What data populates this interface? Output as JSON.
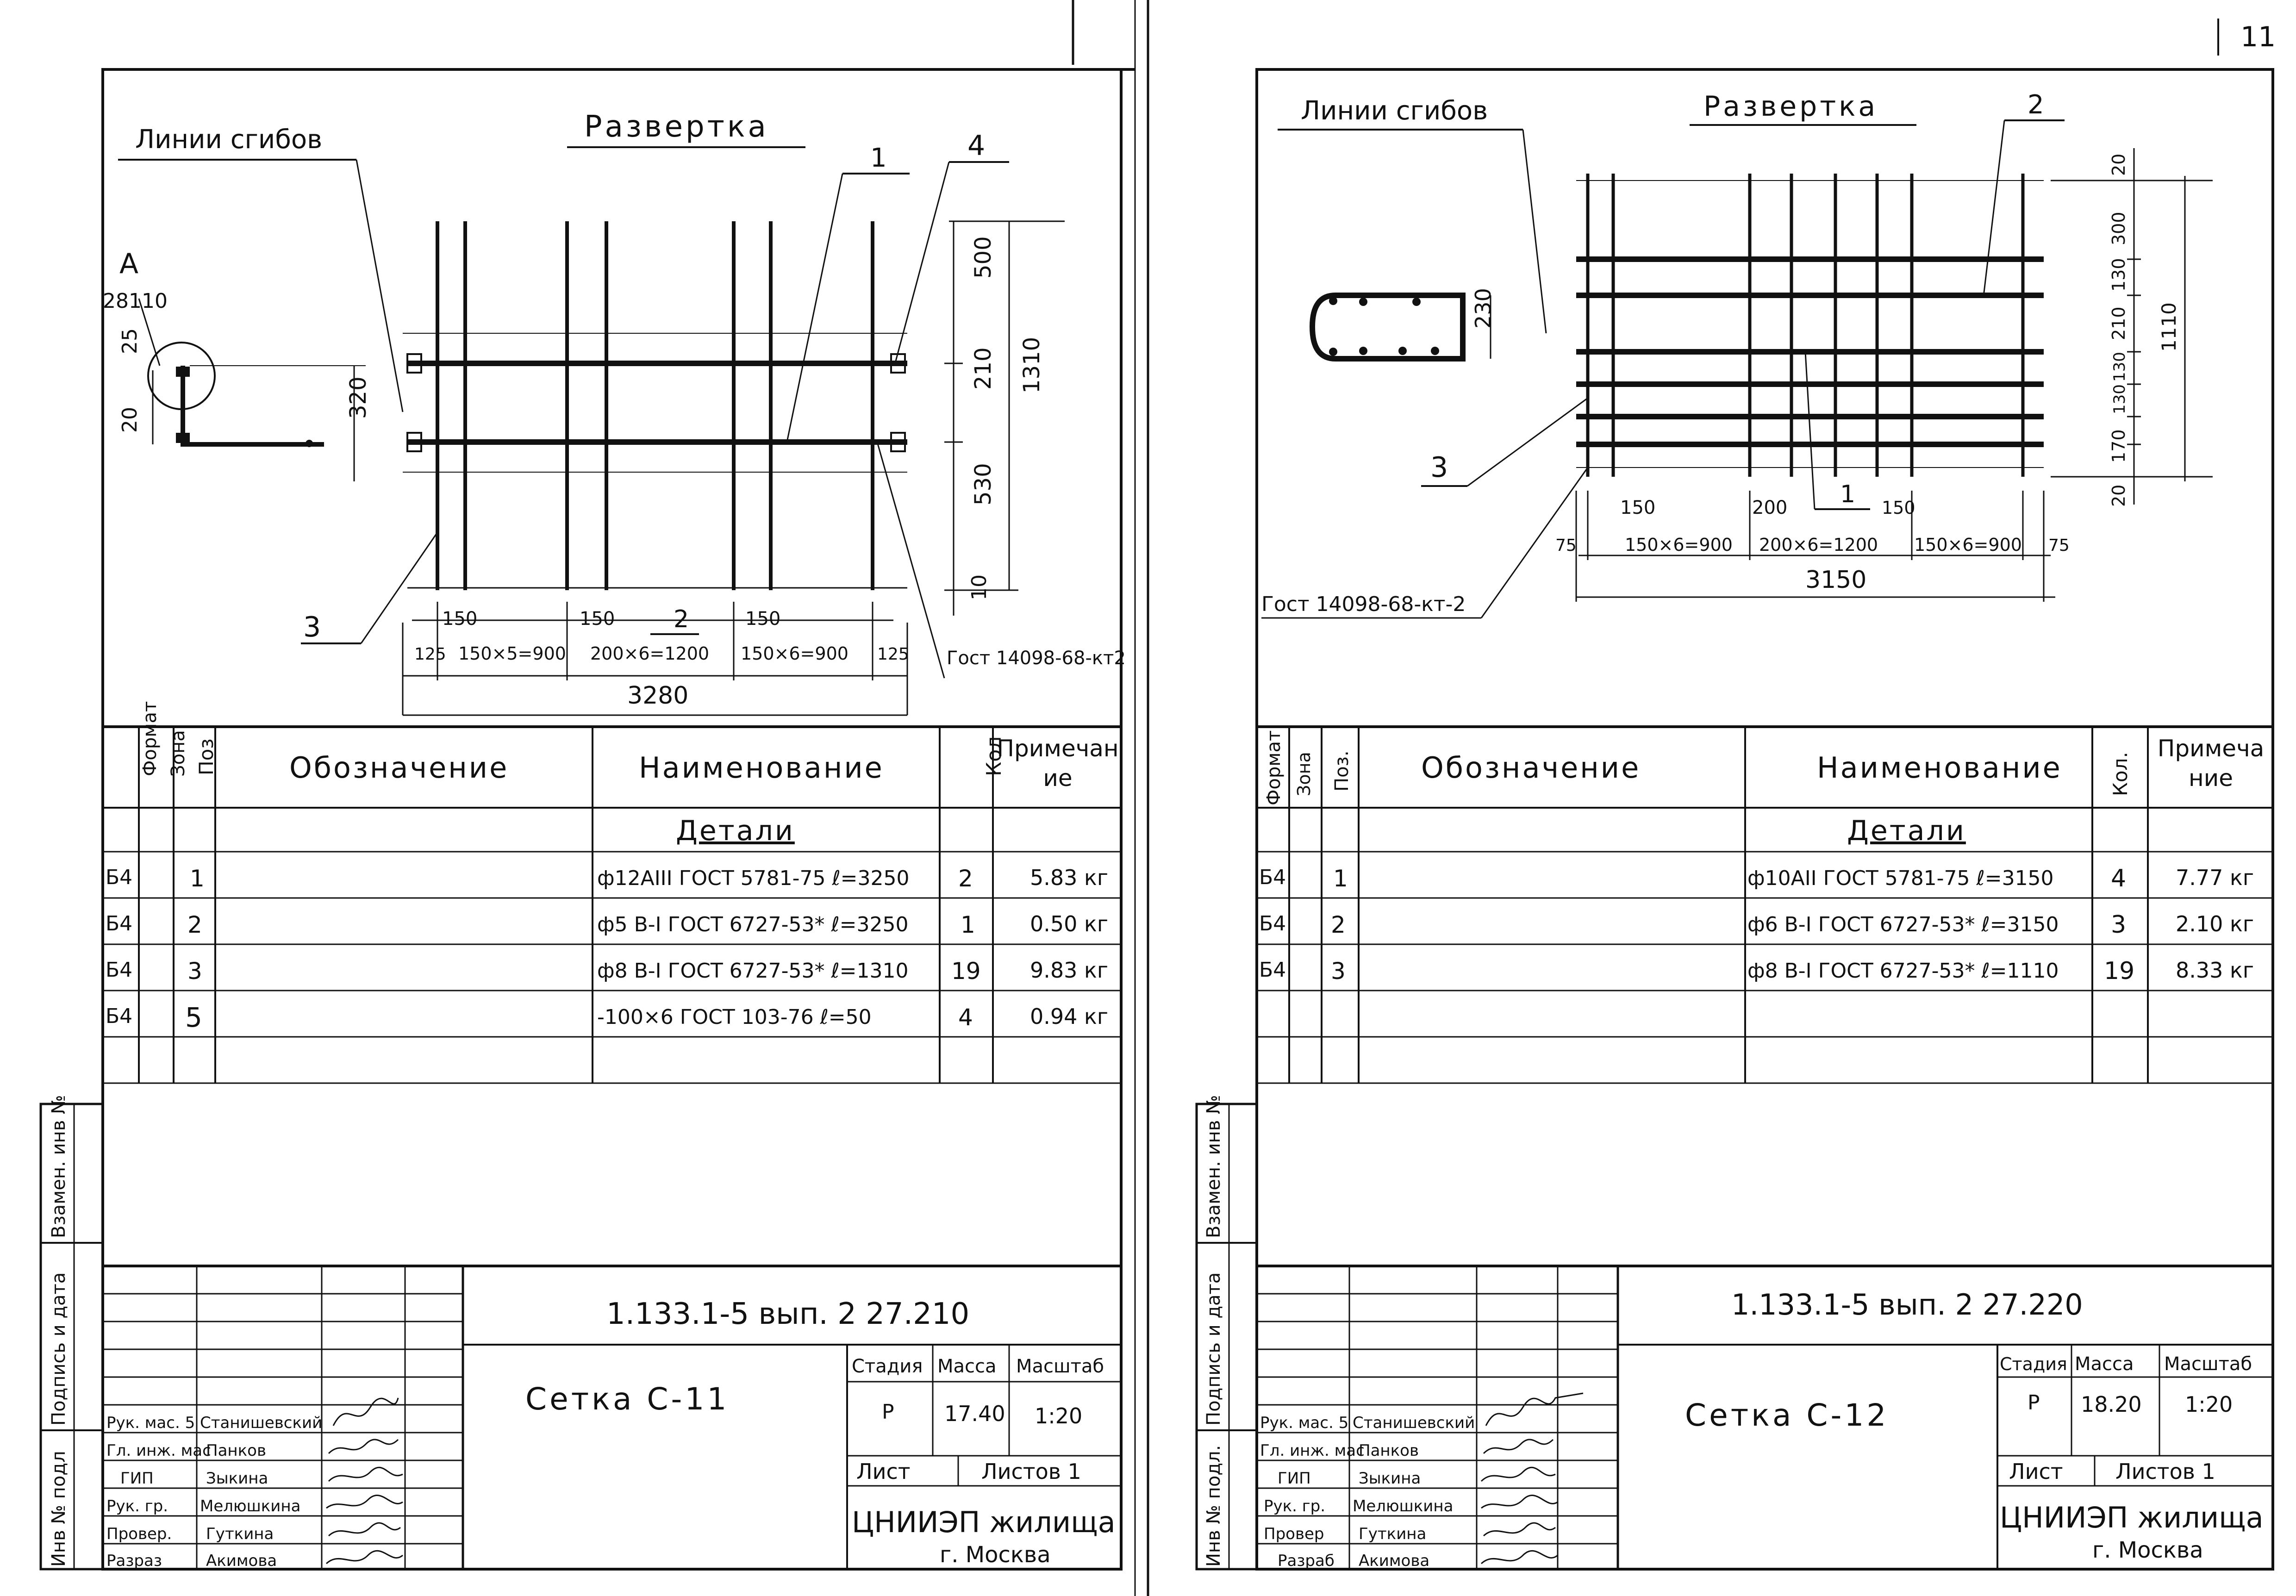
{
  "corner_page_number": "11",
  "left_sheet": {
    "drawing": {
      "title": "Развертка",
      "fold_lines_label": "Линии сгибов",
      "detail_label": "А",
      "detail_dims": {
        "top": "28110",
        "a": "25",
        "b": "20",
        "height": "320"
      },
      "leaders": {
        "p1": "1",
        "p2": "2",
        "p3": "3",
        "p4": "4"
      },
      "right_dims": {
        "d1": "500",
        "d2": "210",
        "d3": "530",
        "d4": "10",
        "total": "1310"
      },
      "bottom_dims": {
        "s1": "150",
        "s2": "150",
        "s3": "150",
        "a1": "125",
        "a2": "125",
        "g1": "150×5=900",
        "g2": "200×6=1200",
        "g3": "150×6=900",
        "total": "3280"
      },
      "gost_note": "Гост 14098-68-кт2"
    },
    "spec_table": {
      "headers": {
        "format": "Формат",
        "zone": "Зона",
        "pos": "Поз",
        "designation": "Обозначение",
        "name": "Наименование",
        "qty": "Кол",
        "note": "Примечание"
      },
      "section": "Детали",
      "rows": [
        {
          "format": "Б4",
          "pos": "1",
          "name": "ф12АIII ГОСТ 5781-75 ℓ=3250",
          "qty": "2",
          "note": "5.83 кг"
        },
        {
          "format": "Б4",
          "pos": "2",
          "name": "ф5 В-I ГОСТ 6727-53* ℓ=3250",
          "qty": "1",
          "note": "0.50 кг"
        },
        {
          "format": "Б4",
          "pos": "3",
          "name": "ф8 В-I ГОСТ 6727-53* ℓ=1310",
          "qty": "19",
          "note": "9.83 кг"
        },
        {
          "format": "Б4",
          "pos": "5",
          "name": "-100×6 ГОСТ 103-76 ℓ=50",
          "qty": "4",
          "note": "0.94 кг"
        }
      ]
    },
    "side_labels": {
      "a": "Взамен. инв №",
      "b": "Подпись и дата",
      "c": "Инв № подл"
    },
    "title_block": {
      "doc_code": "1.133.1-5 вып. 2 27.210",
      "sheet_name": "Сетка С-11",
      "stage_label": "Стадия",
      "mass_label": "Масса",
      "scale_label": "Масштаб",
      "stage": "Р",
      "mass": "17.40",
      "scale": "1:20",
      "sheet_label": "Лист",
      "sheets_label": "Листов 1",
      "org": "ЦНИИЭП жилища",
      "city": "г. Москва",
      "roles": [
        "Рук. мас. 5",
        "Гл. инж. мас",
        "ГИП",
        "Рук. гр.",
        "Провер.",
        "Разраз"
      ],
      "names": [
        "Станишевский",
        "Панков",
        "Зыкина",
        "Мелюшкина",
        "Гуткина",
        "Акимова"
      ]
    }
  },
  "right_sheet": {
    "drawing": {
      "title": "Развертка",
      "fold_lines_label": "Линии сгибов",
      "leaders": {
        "p1": "1",
        "p2": "2",
        "p3": "3"
      },
      "section_dim": "230",
      "right_dims": {
        "d1": "20",
        "d2": "300",
        "d3": "130",
        "d4": "210",
        "d5": "130",
        "d6": "130",
        "d7": "170",
        "d8": "20",
        "total": "1110"
      },
      "bottom_dims": {
        "s1": "150",
        "s2": "200",
        "s3": "150",
        "a1": "75",
        "a2": "75",
        "g1": "150×6=900",
        "g2": "200×6=1200",
        "g3": "150×6=900",
        "total": "3150"
      },
      "gost_note": "Гост 14098-68-кт-2"
    },
    "spec_table": {
      "headers": {
        "format": "Формат",
        "zone": "Зона",
        "pos": "Поз.",
        "designation": "Обозначение",
        "name": "Наименование",
        "qty": "Кол.",
        "note": "Примечание"
      },
      "section": "Детали",
      "rows": [
        {
          "format": "Б4",
          "pos": "1",
          "name": "ф10АII ГОСТ 5781-75 ℓ=3150",
          "qty": "4",
          "note": "7.77 кг"
        },
        {
          "format": "Б4",
          "pos": "2",
          "name": "ф6 В-I ГОСТ 6727-53* ℓ=3150",
          "qty": "3",
          "note": "2.10 кг"
        },
        {
          "format": "Б4",
          "pos": "3",
          "name": "ф8 В-I ГОСТ 6727-53* ℓ=1110",
          "qty": "19",
          "note": "8.33 кг"
        }
      ]
    },
    "side_labels": {
      "a": "Взамен. инв №",
      "b": "Подпись и дата",
      "c": "Инв № подл."
    },
    "title_block": {
      "doc_code": "1.133.1-5 вып. 2 27.220",
      "sheet_name": "Сетка С-12",
      "stage_label": "Стадия",
      "mass_label": "Масса",
      "scale_label": "Масштаб",
      "stage": "Р",
      "mass": "18.20",
      "scale": "1:20",
      "sheet_label": "Лист",
      "sheets_label": "Листов 1",
      "org": "ЦНИИЭП жилища",
      "city": "г. Москва",
      "roles": [
        "Рук. мас. 5",
        "Гл. инж. мас",
        "ГИП",
        "Рук. гр.",
        "Провер",
        "Разраб"
      ],
      "names": [
        "Станишевский",
        "Панков",
        "Зыкина",
        "Мелюшкина",
        "Гуткина",
        "Акимова"
      ]
    }
  }
}
